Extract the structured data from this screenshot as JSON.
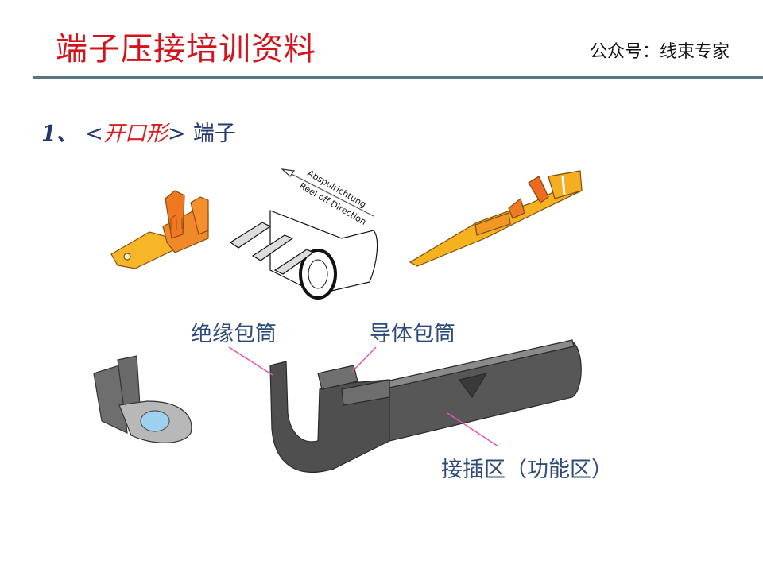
{
  "header": {
    "title": "端子压接培训资料",
    "account": "公众号：线束专家",
    "title_color": "#d4141c",
    "rule_color": "#587582"
  },
  "section": {
    "number": "1、",
    "open_bracket": "<",
    "highlight": "开口形",
    "close_bracket": ">",
    "word": "端子",
    "highlight_color": "#d81e1e",
    "text_color": "#23386e"
  },
  "reel_diagram": {
    "label_de": "Abspulrichtung",
    "label_en": "Reel off Direction"
  },
  "illustrations": [
    {
      "name": "flat-male-terminal",
      "color": "#f5a623"
    },
    {
      "name": "reel-terminal-strip",
      "color": "#000000"
    },
    {
      "name": "pin-terminal",
      "color": "#f5b01c"
    },
    {
      "name": "ring-terminal",
      "color": "#a8a8a8"
    },
    {
      "name": "open-barrel-terminal",
      "color": "#5a5a5a"
    }
  ],
  "callouts": {
    "insulation_barrel": "绝缘包筒",
    "conductor_barrel": "导体包筒",
    "mating_zone": "接插区（功能区）",
    "leader_color": "#e254b4"
  }
}
